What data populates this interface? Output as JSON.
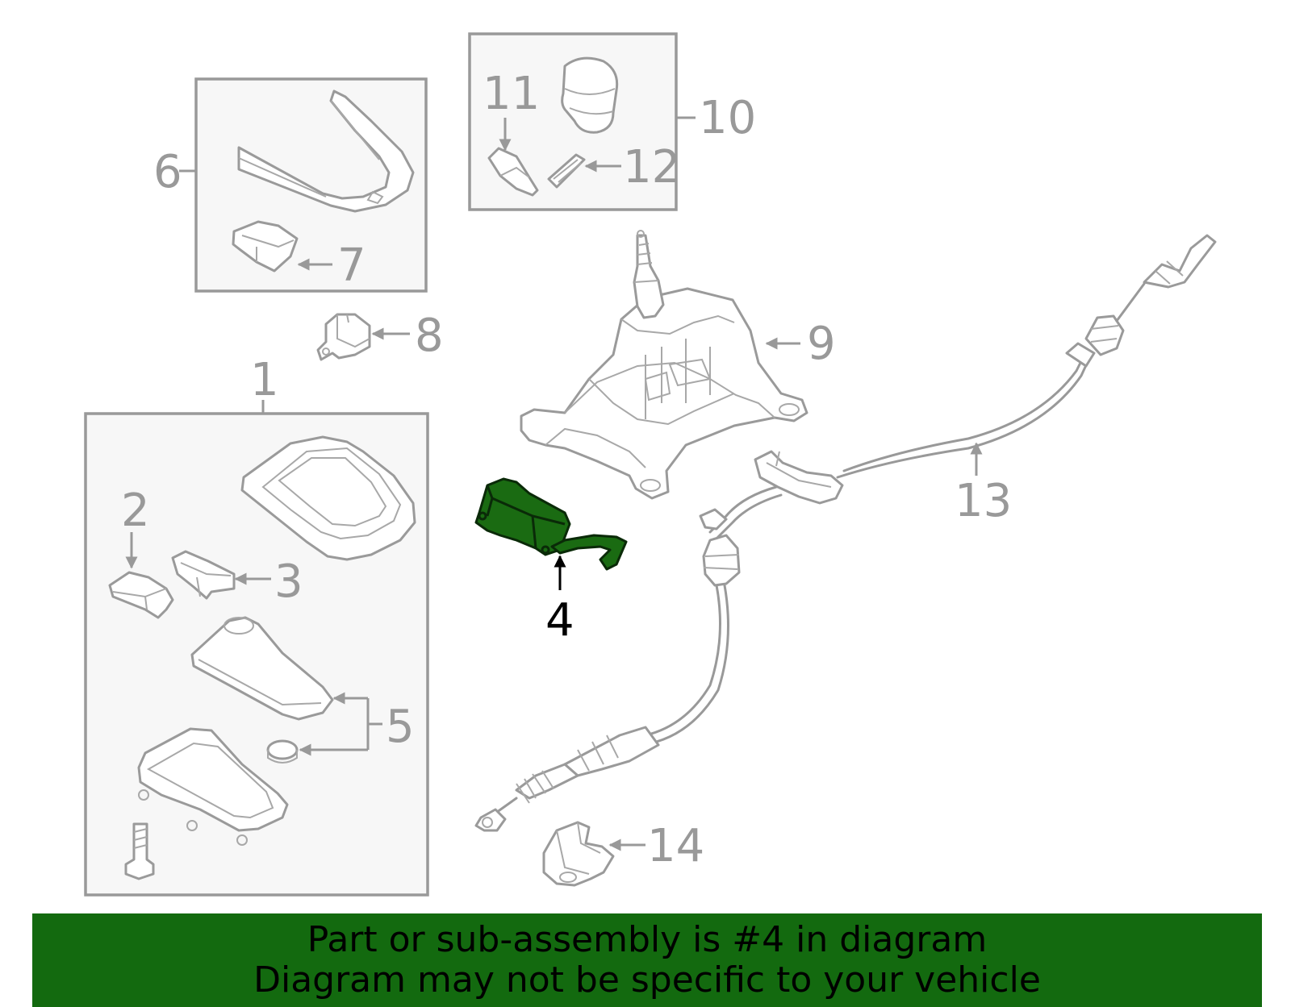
{
  "callouts": {
    "c1": "1",
    "c2": "2",
    "c3": "3",
    "c4": "4",
    "c5": "5",
    "c6": "6",
    "c7": "7",
    "c8": "8",
    "c9": "9",
    "c10": "10",
    "c11": "11",
    "c12": "12",
    "c13": "13",
    "c14": "14"
  },
  "highlighted_part": "4",
  "colors": {
    "highlight_fill": "#1a6b12",
    "banner_background": "#136a0f",
    "linework": "#999999"
  },
  "banner": {
    "line1": "Part or sub-assembly is #4 in diagram",
    "line2": "Diagram may not be specific to your vehicle"
  }
}
